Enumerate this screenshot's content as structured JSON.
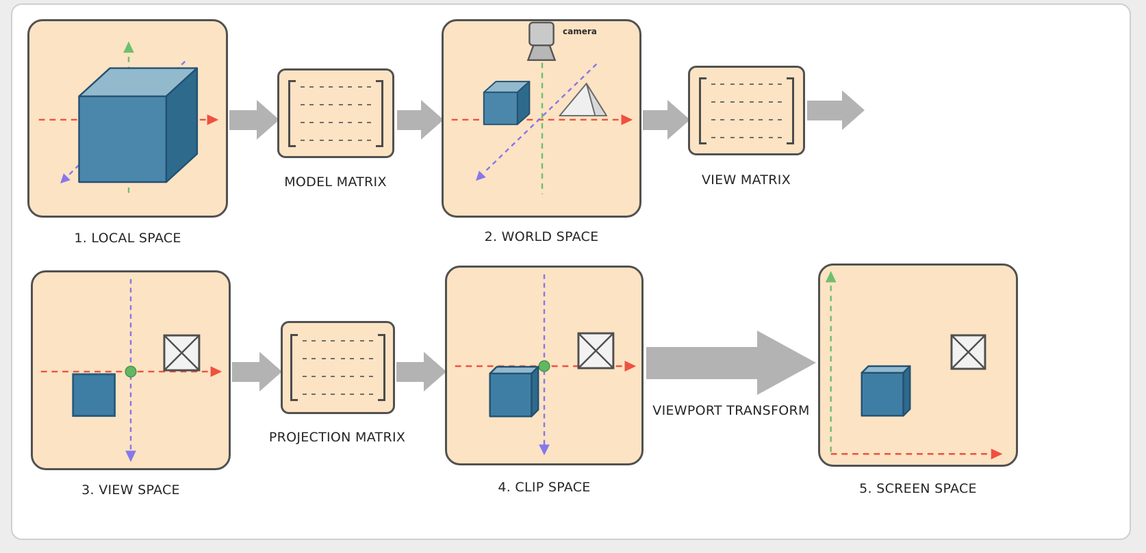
{
  "colors": {
    "panel_fill": "#fce3c3",
    "panel_border": "#515151",
    "axis_x_red": "#ee5140",
    "axis_y_green": "#6fbf6f",
    "axis_z_purple": "#8677ec",
    "flow_arrow_gray": "#b3b3b3",
    "cube_top": "#93b9cd",
    "cube_front": "#4a87ab",
    "cube_side": "#2e6a8c",
    "origin_dot_green": "#63b663"
  },
  "stages": {
    "local": {
      "label": "1. LOCAL SPACE"
    },
    "world": {
      "label": "2. WORLD SPACE",
      "camera_label": "camera"
    },
    "view": {
      "label": "3. VIEW SPACE"
    },
    "clip": {
      "label": "4. CLIP SPACE"
    },
    "screen": {
      "label": "5. SCREEN SPACE"
    }
  },
  "matrices": {
    "model": {
      "label": "MODEL MATRIX"
    },
    "view": {
      "label": "VIEW MATRIX"
    },
    "projection": {
      "label": "PROJECTION MATRIX"
    }
  },
  "viewport_transform": {
    "label": "VIEWPORT TRANSFORM"
  }
}
